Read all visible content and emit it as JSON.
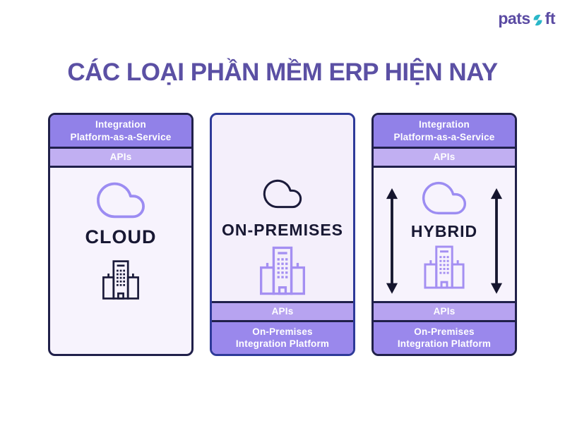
{
  "logo": {
    "pre": "pats",
    "post": "ft"
  },
  "title": "CÁC LOẠI PHẦN MỀM ERP HIỆN NAY",
  "cards": [
    {
      "name": "cloud",
      "label": "CLOUD",
      "ipaas": "Integration\nPlatform-as-a-Service",
      "apis_top": "APIs"
    },
    {
      "name": "on-premises",
      "label": "ON-PREMISES",
      "apis_bottom": "APIs",
      "platform": "On-Premises\nIntegration Platform"
    },
    {
      "name": "hybrid",
      "label": "HYBRID",
      "ipaas": "Integration\nPlatform-as-a-Service",
      "apis_top": "APIs",
      "apis_bottom": "APIs",
      "platform": "On-Premises\nIntegration Platform"
    }
  ],
  "icons": {
    "cloud": "cloud-icon",
    "building": "building-icon",
    "double_arrow": "double-arrow-icon",
    "logo_accent": "swoosh-icon"
  },
  "colors": {
    "title": "#5b50a4",
    "logo_purple": "#5b4ba3",
    "logo_teal": "#2ab7c8",
    "bar_purple": "#9181e8",
    "bar_light_purple": "#c1aff2",
    "bar_platform": "#9a88ec",
    "card_body": "#f7f3fd",
    "card_border_dark": "#20204a",
    "card_border_blue": "#2e3a99",
    "icon_purple": "#9c8cf2",
    "icon_dark": "#1b1b3a",
    "background": "#ffffff",
    "bar_text": "#ffffff"
  }
}
